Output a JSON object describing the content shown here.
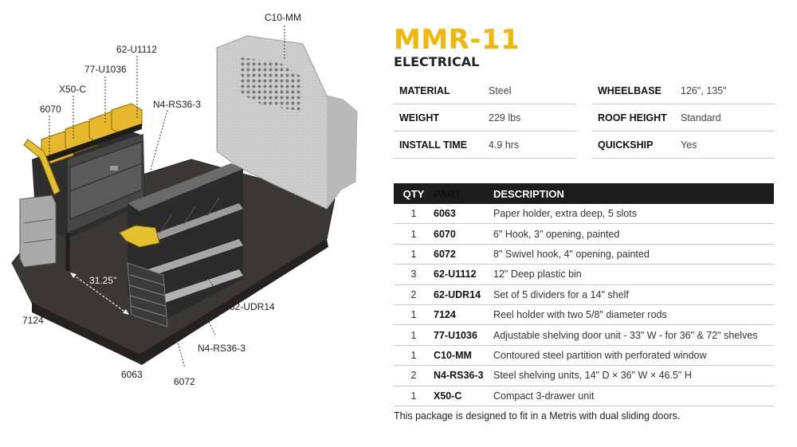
{
  "product": {
    "name": "MMR-11",
    "category": "ELECTRICAL"
  },
  "specs_left": [
    {
      "label": "MATERIAL",
      "value": "Steel"
    },
    {
      "label": "WEIGHT",
      "value": "229 lbs"
    },
    {
      "label": "INSTALL TIME",
      "value": "4.9 hrs"
    }
  ],
  "specs_right": [
    {
      "label": "WHEELBASE",
      "value": "126\", 135\""
    },
    {
      "label": "ROOF HEIGHT",
      "value": "Standard"
    },
    {
      "label": "QUICKSHIP",
      "value": "Yes"
    }
  ],
  "parts_table": {
    "headers": {
      "qty": "QTY",
      "part": "PART",
      "description": "DESCRIPTION"
    },
    "rows": [
      {
        "qty": "1",
        "part": "6063",
        "description": "Paper holder, extra deep, 5 slots"
      },
      {
        "qty": "1",
        "part": "6070",
        "description": "6\" Hook, 3\" opening, painted"
      },
      {
        "qty": "1",
        "part": "6072",
        "description": "8\" Swivel hook, 4\" opening, painted"
      },
      {
        "qty": "3",
        "part": "62-U1112",
        "description": "12\" Deep plastic bin"
      },
      {
        "qty": "2",
        "part": "62-UDR14",
        "description": "Set of 5 dividers for a 14\" shelf"
      },
      {
        "qty": "1",
        "part": "7124",
        "description": "Reel holder with two 5/8\" diameter rods"
      },
      {
        "qty": "1",
        "part": "77-U1036",
        "description": "Adjustable shelving door unit - 33\" W - for 36\" & 72\" shelves"
      },
      {
        "qty": "1",
        "part": "C10-MM",
        "description": "Contoured steel partition with perforated window"
      },
      {
        "qty": "2",
        "part": "N4-RS36-3",
        "description": "Steel shelving units, 14\" D × 36\" W × 46.5\" H"
      },
      {
        "qty": "1",
        "part": "X50-C",
        "description": "Compact 3-drawer unit"
      }
    ]
  },
  "footnote": "This package is designed to fit in a Metris with dual sliding doors.",
  "callouts": {
    "c10_mm": "C10-MM",
    "u1112": "62-U1112",
    "u1036": "77-U1036",
    "x50c": "X50-C",
    "h6070": "6070",
    "n4_top": "N4-RS36-3",
    "dimension": "31.25\"",
    "r7124": "7124",
    "udr14": "62-UDR14",
    "n4_bottom": "N4-RS36-3",
    "p6063": "6063",
    "h6072": "6072"
  },
  "colors": {
    "accent": "#f2b705",
    "table_header": "#1d1d1d",
    "floor": "#3a3835",
    "partition": "#c9c9c9"
  }
}
